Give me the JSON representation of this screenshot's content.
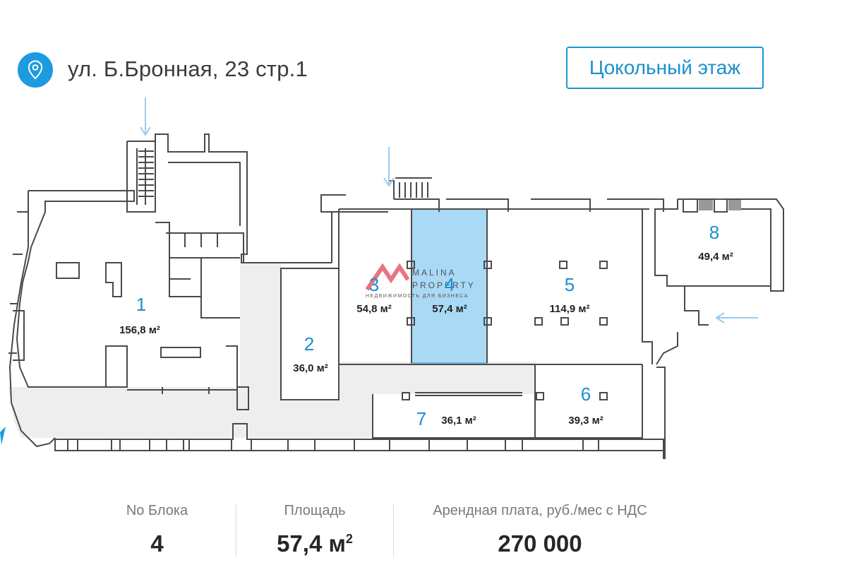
{
  "header": {
    "address": "ул. Б.Бронная, 23 стр.1",
    "pin_icon": "location-pin-icon",
    "floor_button": "Цокольный этаж"
  },
  "colors": {
    "accent": "#1d9be0",
    "highlight_room": "#a9d9f4",
    "corridor": "#eeeeee",
    "wall": "#4a4a4a",
    "arrow": "#9bcbef"
  },
  "plan": {
    "rooms": [
      {
        "number": "1",
        "area": "156,8 м²",
        "selected": false
      },
      {
        "number": "2",
        "area": "36,0 м²",
        "selected": false
      },
      {
        "number": "3",
        "area": "54,8 м²",
        "selected": false
      },
      {
        "number": "4",
        "area": "57,4 м²",
        "selected": true
      },
      {
        "number": "5",
        "area": "114,9 м²",
        "selected": false
      },
      {
        "number": "6",
        "area": "39,3 м²",
        "selected": false
      },
      {
        "number": "7",
        "area": "36,1 м²",
        "selected": false
      },
      {
        "number": "8",
        "area": "49,4 м²",
        "selected": false
      }
    ],
    "watermark": {
      "line1": "MALINA",
      "line2": "PROPERTY",
      "line3": "НЕДВИЖИМОСТЬ ДЛЯ БИЗНЕСА"
    },
    "entrance_icon": "entrance-arrow-icon"
  },
  "stats": {
    "block_label": "No Блока",
    "block_value": "4",
    "area_label": "Площадь",
    "area_value": "57,4 м",
    "area_unit_sup": "2",
    "rent_label": "Арендная плата, руб./мес с НДС",
    "rent_value": "270 000"
  }
}
